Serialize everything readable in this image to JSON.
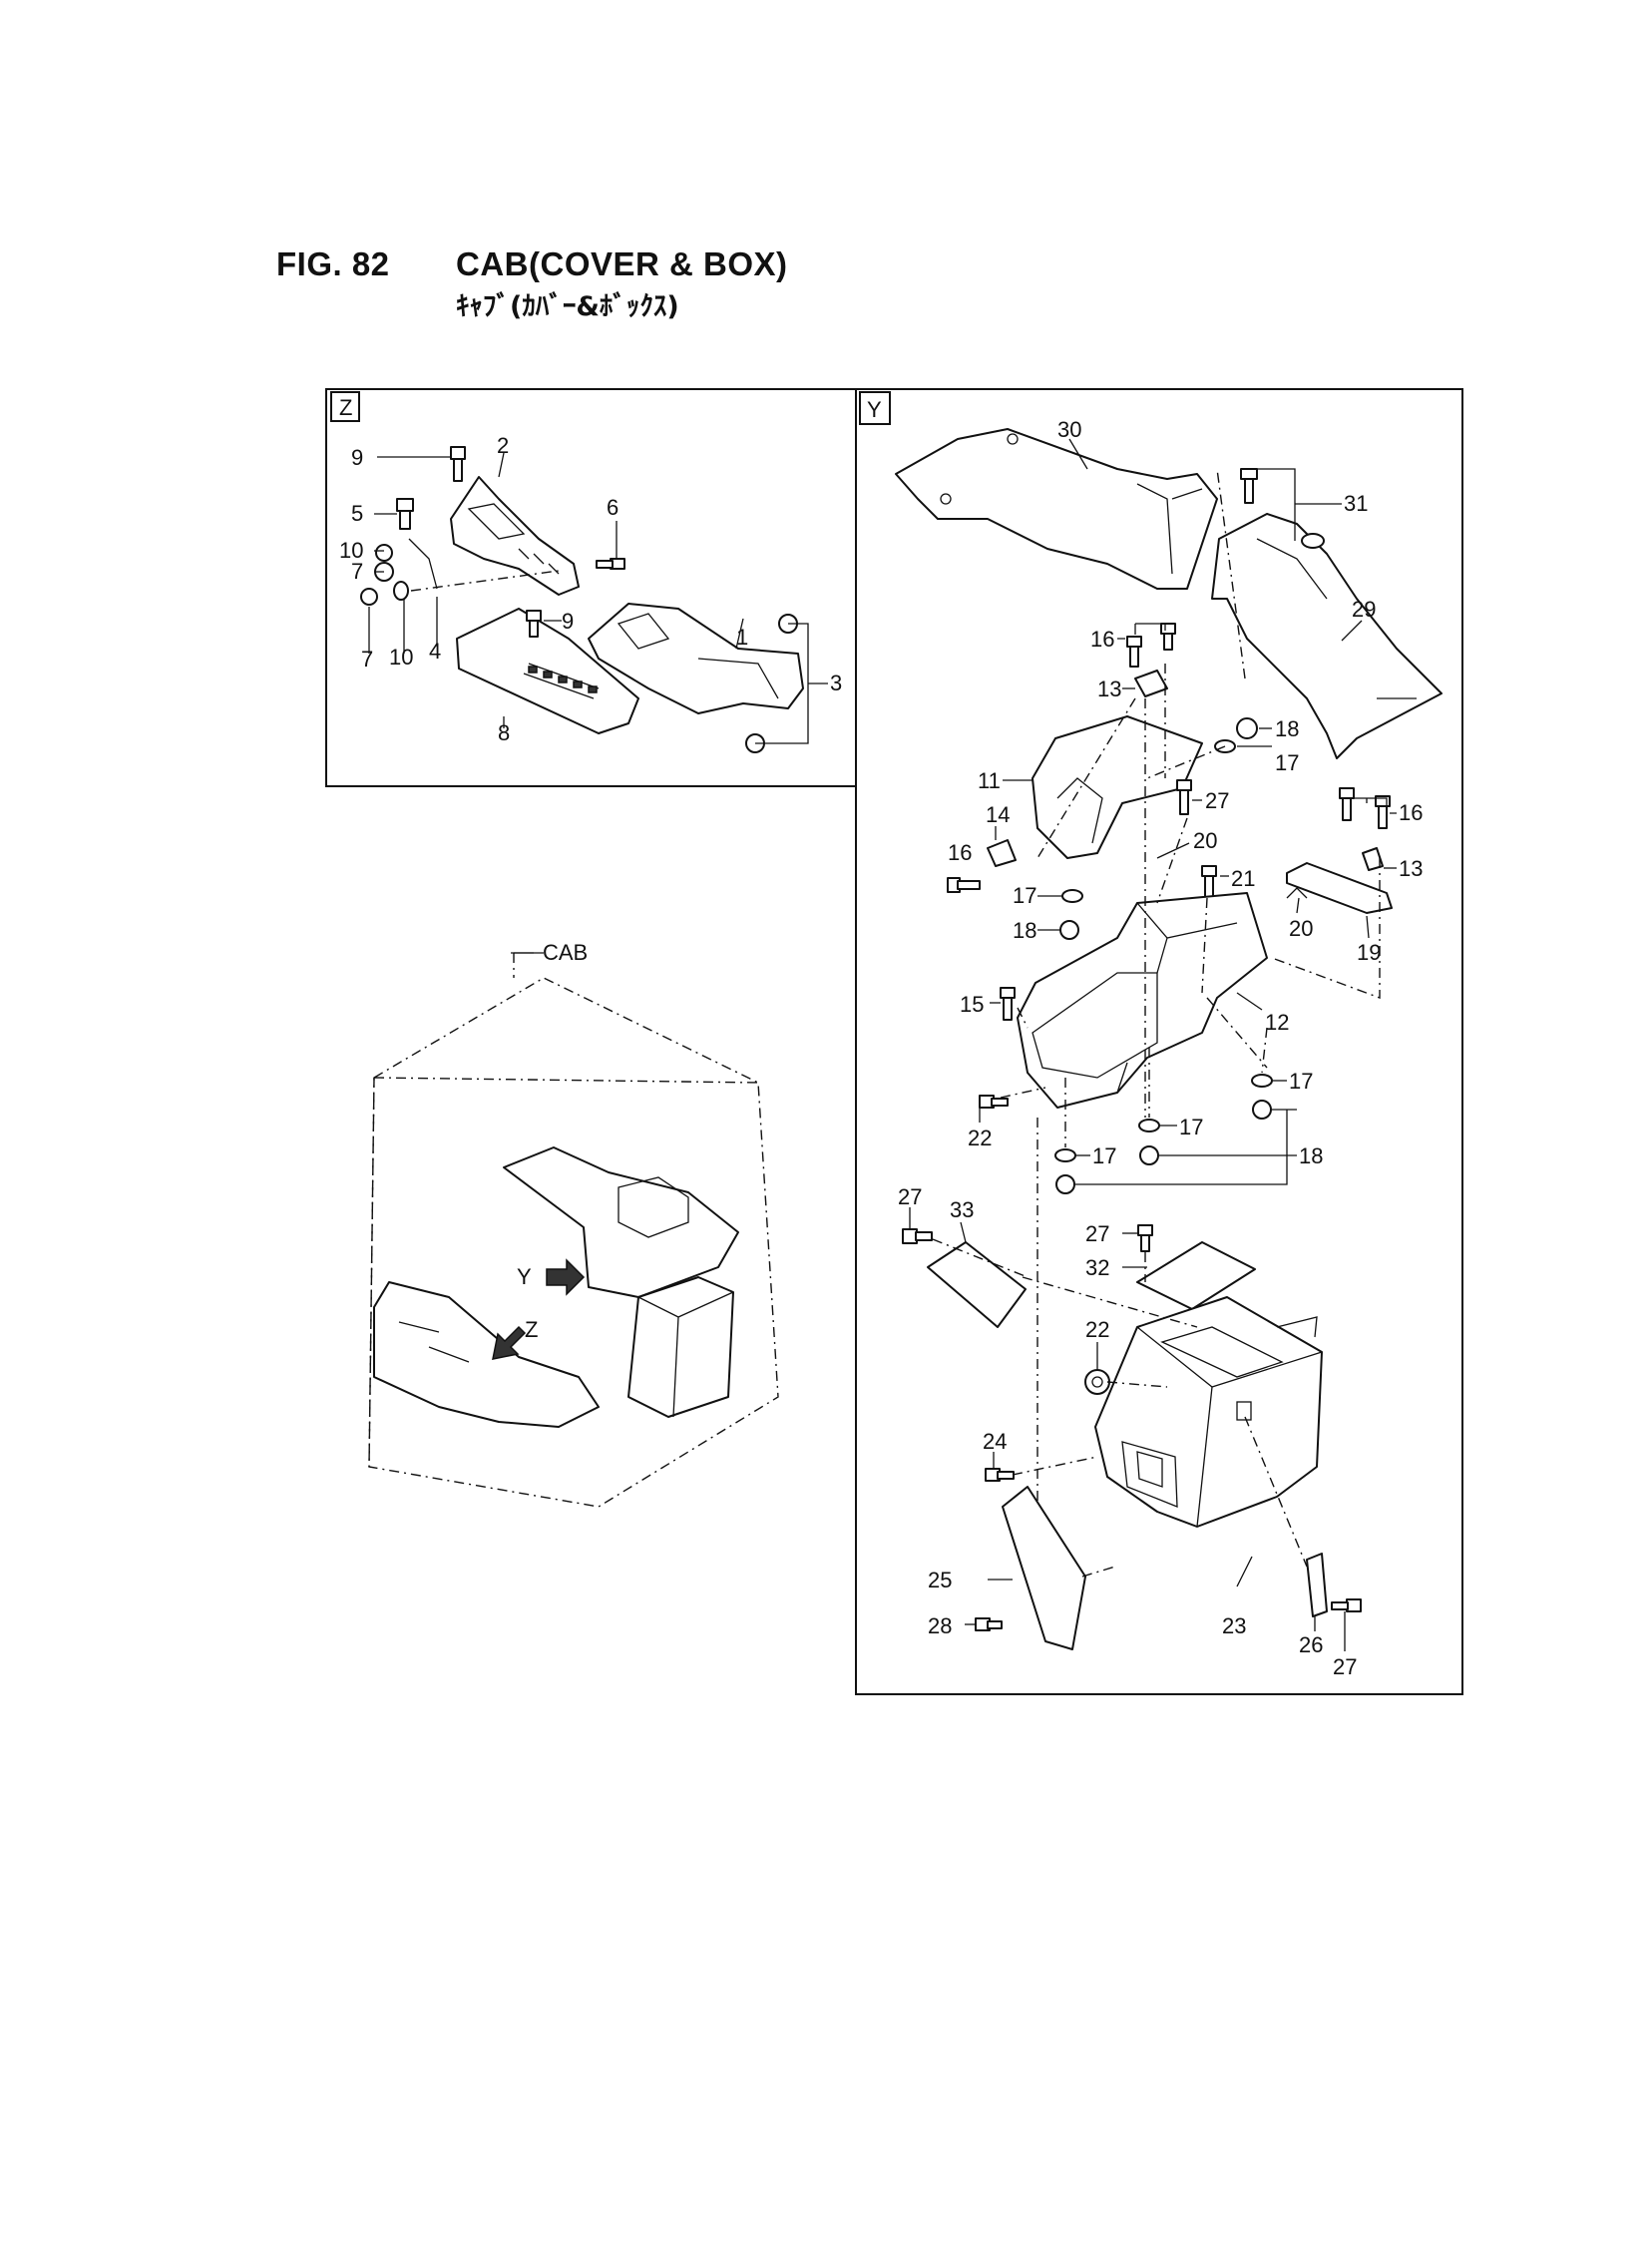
{
  "figure": {
    "number": "FIG. 82",
    "title": "CAB(COVER & BOX)",
    "subtitle": "ｷｬﾌﾞ(ｶﾊﾞｰ&ﾎﾞｯｸｽ)"
  },
  "boxes": {
    "z_label": "Z",
    "y_label": "Y",
    "cab_label": "CAB",
    "view_y": "Y",
    "view_z": "Z"
  },
  "part_labels": {
    "p1": "1",
    "p2": "2",
    "p3": "3",
    "p4": "4",
    "p5": "5",
    "p6": "6",
    "p7a": "7",
    "p7b": "7",
    "p8": "8",
    "p9a": "9",
    "p9b": "9",
    "p10a": "10",
    "p10b": "10",
    "p11": "11",
    "p12": "12",
    "p13a": "13",
    "p13b": "13",
    "p14": "14",
    "p15": "15",
    "p16a": "16",
    "p16b": "16",
    "p16c": "16",
    "p17a": "17",
    "p17b": "17",
    "p17c": "17",
    "p17d": "17",
    "p17e": "17",
    "p18a": "18",
    "p18b": "18",
    "p18c": "18",
    "p19": "19",
    "p20a": "20",
    "p20b": "20",
    "p21": "21",
    "p22a": "22",
    "p22b": "22",
    "p23": "23",
    "p24": "24",
    "p25": "25",
    "p26": "26",
    "p27a": "27",
    "p27b": "27",
    "p27c": "27",
    "p27d": "27",
    "p28": "28",
    "p29": "29",
    "p30": "30",
    "p31": "31",
    "p32": "32",
    "p33": "33"
  }
}
